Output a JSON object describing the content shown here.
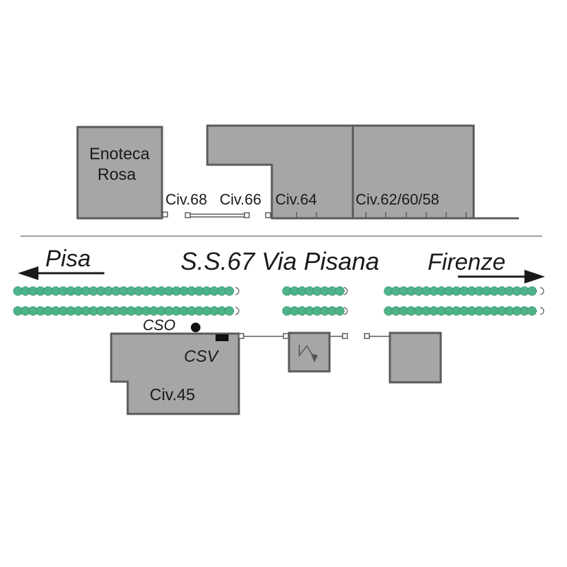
{
  "labels": {
    "enoteca_line1": "Enoteca",
    "enoteca_line2": "Rosa",
    "civ68": "Civ.68",
    "civ66": "Civ.66",
    "civ64": "Civ.64",
    "civ62": "Civ.62/60/58",
    "civ45": "Civ.45",
    "street": "S.S.67 Via Pisana",
    "pisa": "Pisa",
    "firenze": "Firenze",
    "cso": "CSO",
    "csv": "CSV"
  },
  "colors": {
    "building_fill": "#a6a6a6",
    "building_stroke": "#5a5a5a",
    "hedge": "#4fb38a",
    "road_line": "#808080"
  },
  "icons": {
    "transformer": "lightning-arrow-icon",
    "arrow_left": "arrow-left-icon",
    "arrow_right": "arrow-right-icon"
  }
}
